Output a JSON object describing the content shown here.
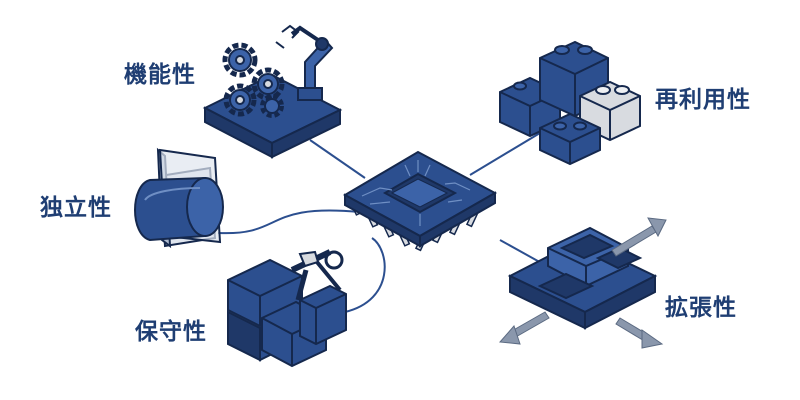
{
  "labels": {
    "functionality": "機能性",
    "reusability": "再利用性",
    "independence": "独立性",
    "maintainability": "保守性",
    "extensibility": "拡張性"
  },
  "colors": {
    "primary": "#2c4f8f",
    "primary_light": "#3c63a8",
    "primary_dark": "#1f3868",
    "outline": "#15284d",
    "gray_block": "#d8dbe0",
    "text": "#1f3e73",
    "arrow": "#8a97ac"
  },
  "icons": {
    "center": "microchip-icon",
    "functionality": "gears-robot-arm-icon",
    "reusability": "stacked-bricks-icon",
    "independence": "isolated-capsule-icon",
    "maintainability": "blocks-wrench-icon",
    "extensibility": "expanding-tray-icon"
  }
}
